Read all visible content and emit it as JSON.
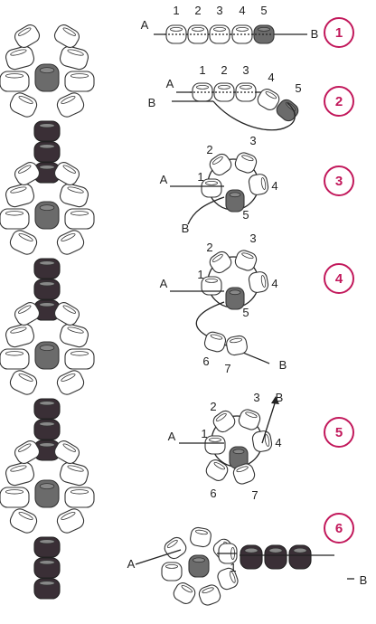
{
  "steps": [
    {
      "id": 1,
      "label": "1",
      "bead_numbers": [
        "1",
        "2",
        "3",
        "4",
        "5"
      ],
      "ends": [
        "A",
        "B"
      ]
    },
    {
      "id": 2,
      "label": "2",
      "bead_numbers": [
        "1",
        "2",
        "3",
        "4",
        "5"
      ],
      "ends": [
        "A",
        "B"
      ]
    },
    {
      "id": 3,
      "label": "3",
      "bead_numbers": [
        "1",
        "2",
        "3",
        "4",
        "5"
      ],
      "ends": [
        "A",
        "B"
      ]
    },
    {
      "id": 4,
      "label": "4",
      "bead_numbers": [
        "1",
        "2",
        "3",
        "4",
        "5",
        "6",
        "7"
      ],
      "ends": [
        "A",
        "B"
      ]
    },
    {
      "id": 5,
      "label": "5",
      "bead_numbers": [
        "1",
        "2",
        "3",
        "4",
        "5",
        "6",
        "7"
      ],
      "ends": [
        "A",
        "B"
      ]
    },
    {
      "id": 6,
      "label": "6",
      "bead_numbers": [
        "1"
      ],
      "ends": [
        "A",
        "B"
      ]
    }
  ],
  "colors": {
    "white_bead": "#ffffff",
    "gray_bead": "#6b6b6b",
    "dark_bead": "#3a2f36",
    "step_circle": "#c2185b"
  }
}
